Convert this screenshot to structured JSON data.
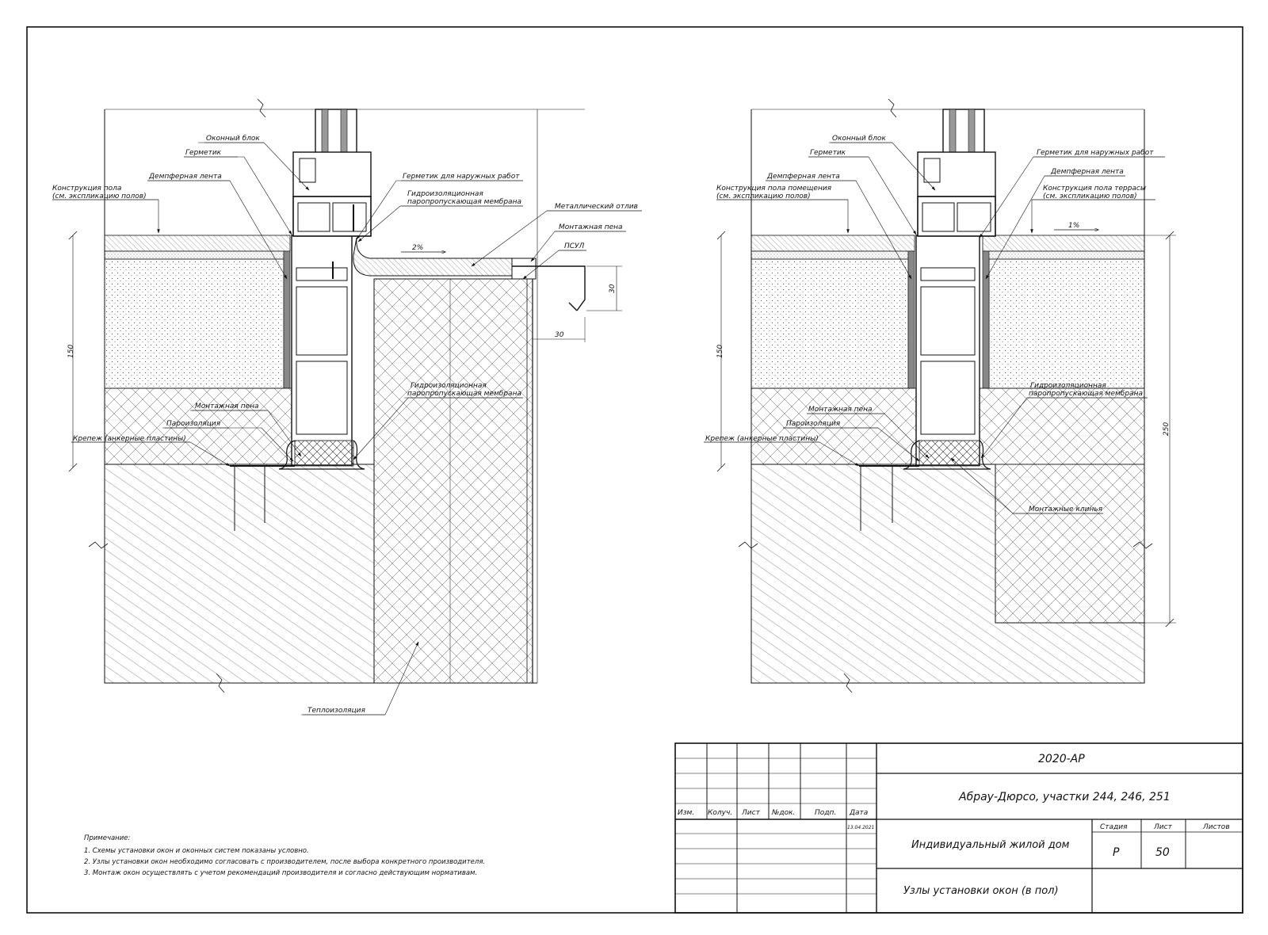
{
  "left_detail": {
    "labels": {
      "window_block": "Оконный блок",
      "sealant": "Герметик",
      "damper_tape": "Демпферная лента",
      "floor_line1": "Конструкция пола",
      "floor_line2": "(см. экспликацию полов)",
      "ext_sealant": "Герметик для наружных работ",
      "membrane_top_l1": "Гидроизоляционная",
      "membrane_top_l2": "паропропускающая мембрана",
      "metal_drip": "Металлический отлив",
      "mount_foam_top": "Монтажная пена",
      "psul": "ПСУЛ",
      "membrane_bot_l1": "Гидроизоляционная",
      "membrane_bot_l2": "паропропускающая мембрана",
      "mount_foam": "Монтажная пена",
      "vapor_barrier": "Пароизоляция",
      "fastener": "Крепеж (анкерные пластины)",
      "insulation": "Теплоизоляция",
      "slope": "2%"
    },
    "dims": {
      "height": "150",
      "drip_v": "30",
      "drip_h": "30"
    }
  },
  "right_detail": {
    "labels": {
      "window_block": "Оконный блок",
      "sealant": "Герметик",
      "damper_tape": "Демпферная лента",
      "floor_room_l1": "Конструкция пола помещения",
      "floor_room_l2": "(см. экспликацию полов)",
      "ext_sealant": "Герметик для наружных работ",
      "damper_tape_r": "Демпферная лента",
      "floor_terrace_l1": "Конструкция пола террасы",
      "floor_terrace_l2": "(см. экспликацию полов)",
      "membrane_l1": "Гидроизоляционная",
      "membrane_l2": "паропропускающая мембрана",
      "mount_foam": "Монтажная пена",
      "vapor_barrier": "Пароизоляция",
      "fastener": "Крепеж (анкерные пластины)",
      "wedges": "Монтажные клинья",
      "slope": "1%"
    },
    "dims": {
      "height": "150",
      "depth": "250"
    }
  },
  "notes": {
    "title": "Примечание:",
    "items": [
      "1. Схемы установки окон и оконных систем показаны условно.",
      "2. Узлы установки окон необходимо согласовать с производителем, после выбора конкретного производителя.",
      "3. Монтаж окон осуществлять с учетом рекомендаций производителя и согласно действующим нормативам."
    ]
  },
  "title_block": {
    "code": "2020-АР",
    "project": "Абрау-Дюрсо, участки 244, 246, 251",
    "building": "Индивидуальный жилой дом",
    "sheet_title": "Узлы установки окон (в пол)",
    "col_izm": "Изм.",
    "col_koluch": "Колуч.",
    "col_list": "Лист",
    "col_ndok": "№док.",
    "col_podp": "Подп.",
    "col_data": "Дата",
    "date": "13.04.2021",
    "stage_h": "Стадия",
    "list_h": "Лист",
    "lists_h": "Листов",
    "stage": "Р",
    "sheet_no": "50"
  }
}
